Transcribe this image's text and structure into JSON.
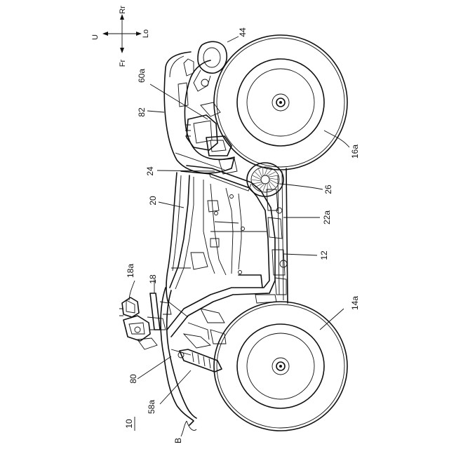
{
  "figure": {
    "ref_numeral": "10",
    "orientation": {
      "up": "U",
      "low": "Lo",
      "front": "Fr",
      "rear": "Rr"
    },
    "labels": {
      "l44": "44",
      "l60a": "60a",
      "l82": "82",
      "l16a": "16a",
      "l24": "24",
      "l26": "26",
      "l20": "20",
      "l22a": "22a",
      "l12": "12",
      "l18a": "18a",
      "l18": "18",
      "l14a": "14a",
      "l80": "80",
      "l58a": "58a",
      "lB": "B"
    }
  }
}
